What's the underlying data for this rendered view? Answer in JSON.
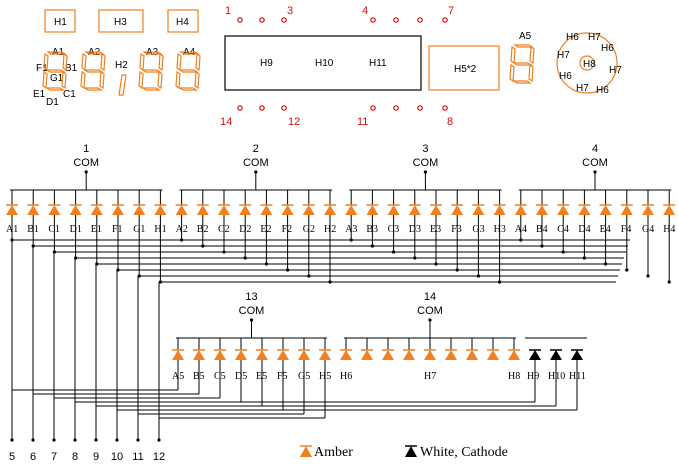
{
  "top_boxes": [
    "H1",
    "H3",
    "H4"
  ],
  "digit_labels": {
    "a": "A1",
    "b": "B1",
    "f": "F1",
    "g": "G1",
    "e": "E1",
    "c": "C1",
    "d": "D1",
    "colon": "H2",
    "a2": "A2",
    "a3": "A3",
    "a4": "A4",
    "a5": "A5"
  },
  "center_labels": [
    "H9",
    "H10",
    "H11"
  ],
  "right_box_label": "H5*2",
  "fan_labels": [
    "H6",
    "H7",
    "H7",
    "H6",
    "H8",
    "H7",
    "H6",
    "H7",
    "H6"
  ],
  "top_pins": [
    "1",
    "3",
    "4",
    "7"
  ],
  "bottom_pins": [
    "14",
    "12",
    "11",
    "8"
  ],
  "upper_groups": [
    {
      "num": "1",
      "com": "COM",
      "leds": [
        "A1",
        "B1",
        "C1",
        "D1",
        "E1",
        "F1",
        "G1",
        "H1"
      ]
    },
    {
      "num": "2",
      "com": "COM",
      "leds": [
        "A2",
        "B2",
        "C2",
        "D2",
        "E2",
        "F2",
        "G2",
        "H2"
      ]
    },
    {
      "num": "3",
      "com": "COM",
      "leds": [
        "A3",
        "B3",
        "C3",
        "D3",
        "E3",
        "F3",
        "G3",
        "H3"
      ]
    },
    {
      "num": "4",
      "com": "COM",
      "leds": [
        "A4",
        "B4",
        "C4",
        "D4",
        "E4",
        "F4",
        "G4",
        "H4"
      ]
    }
  ],
  "lower_groups": [
    {
      "num": "13",
      "com": "COM",
      "leds": [
        "A5",
        "B5",
        "C5",
        "D5",
        "E5",
        "F5",
        "G5",
        "H5"
      ]
    },
    {
      "num": "14",
      "com": "COM",
      "leds": [
        "H6",
        "",
        "",
        "",
        "H7",
        "",
        "",
        "",
        "H8"
      ],
      "white": [
        "H9",
        "H10",
        "H11"
      ]
    }
  ],
  "seg_pins": [
    "5",
    "6",
    "7",
    "8",
    "9",
    "10",
    "11",
    "12"
  ],
  "legend": {
    "amber": "Amber",
    "white": "White, Cathode"
  },
  "colors": {
    "amber": "#f08020",
    "white_led": "#000000",
    "pin_red": "#d01010"
  }
}
